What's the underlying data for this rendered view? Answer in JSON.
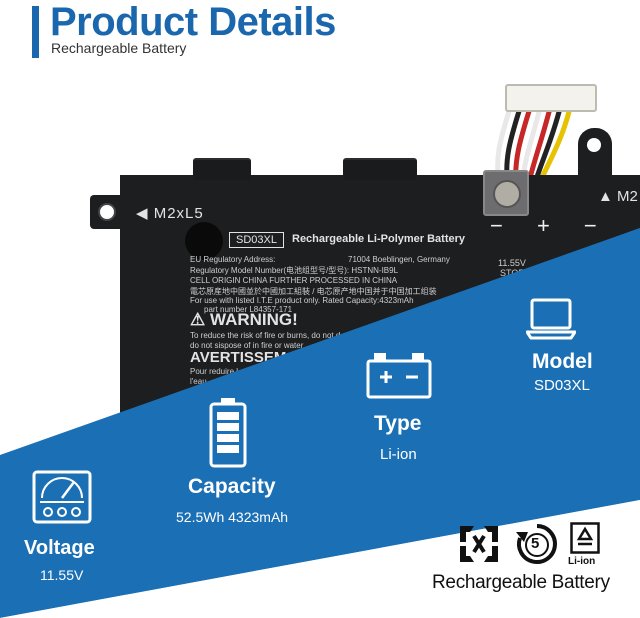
{
  "header": {
    "title": "Product Details",
    "subtitle": "Rechargeable Battery"
  },
  "battery_label": {
    "screw_left": "M2xL5",
    "screw_right": "M2",
    "model_box": "SD03XL",
    "type_line": "Rechargeable Li-Polymer Battery",
    "eu_line": "EU Regulatory Address:",
    "eu_address": "71004 Boeblingen, Germany",
    "regulatory_line": "Regulatory Model Number(电池组型号/型号): HSTNN-IB9L",
    "cell_origin": "CELL ORIGIN CHINA FURTHER PROCESSED IN CHINA",
    "chinese_line": "電芯原産地中國並於中國加工組裝 / 电芯原产地中国并于中国加工组装",
    "use_line": "For use with listed I.T.E product only.  Rated Capacity:4323mAh",
    "part_number": "part number L84357-171",
    "warning": "WARNING!",
    "warn_1": "To reduce the risk of fire or burns, do not d",
    "warn_2": "do not sispose of in fire or water",
    "avertissement": "AVERTISSEM",
    "pour": "Pour reduire l",
    "eau": "l'eau",
    "polarity": "− + −",
    "voltage_small": "11.55V",
    "store": "STORE"
  },
  "specs": {
    "model": {
      "title": "Model",
      "value": "SD03XL",
      "icon": "laptop-icon"
    },
    "type": {
      "title": "Type",
      "value": "Li-ion",
      "icon": "battery-terminals-icon"
    },
    "capacity": {
      "title": "Capacity",
      "value": "52.5Wh 4323mAh",
      "icon": "battery-level-icon"
    },
    "voltage": {
      "title": "Voltage",
      "value": "11.55V",
      "icon": "voltmeter-icon"
    }
  },
  "certifications": {
    "badge_number": "5",
    "liion_label": "Li-ion",
    "footer": "Rechargeable Battery"
  },
  "colors": {
    "brand_blue": "#1a67ad",
    "band_blue": "#1b70b5",
    "battery_black": "#1d1e20"
  }
}
